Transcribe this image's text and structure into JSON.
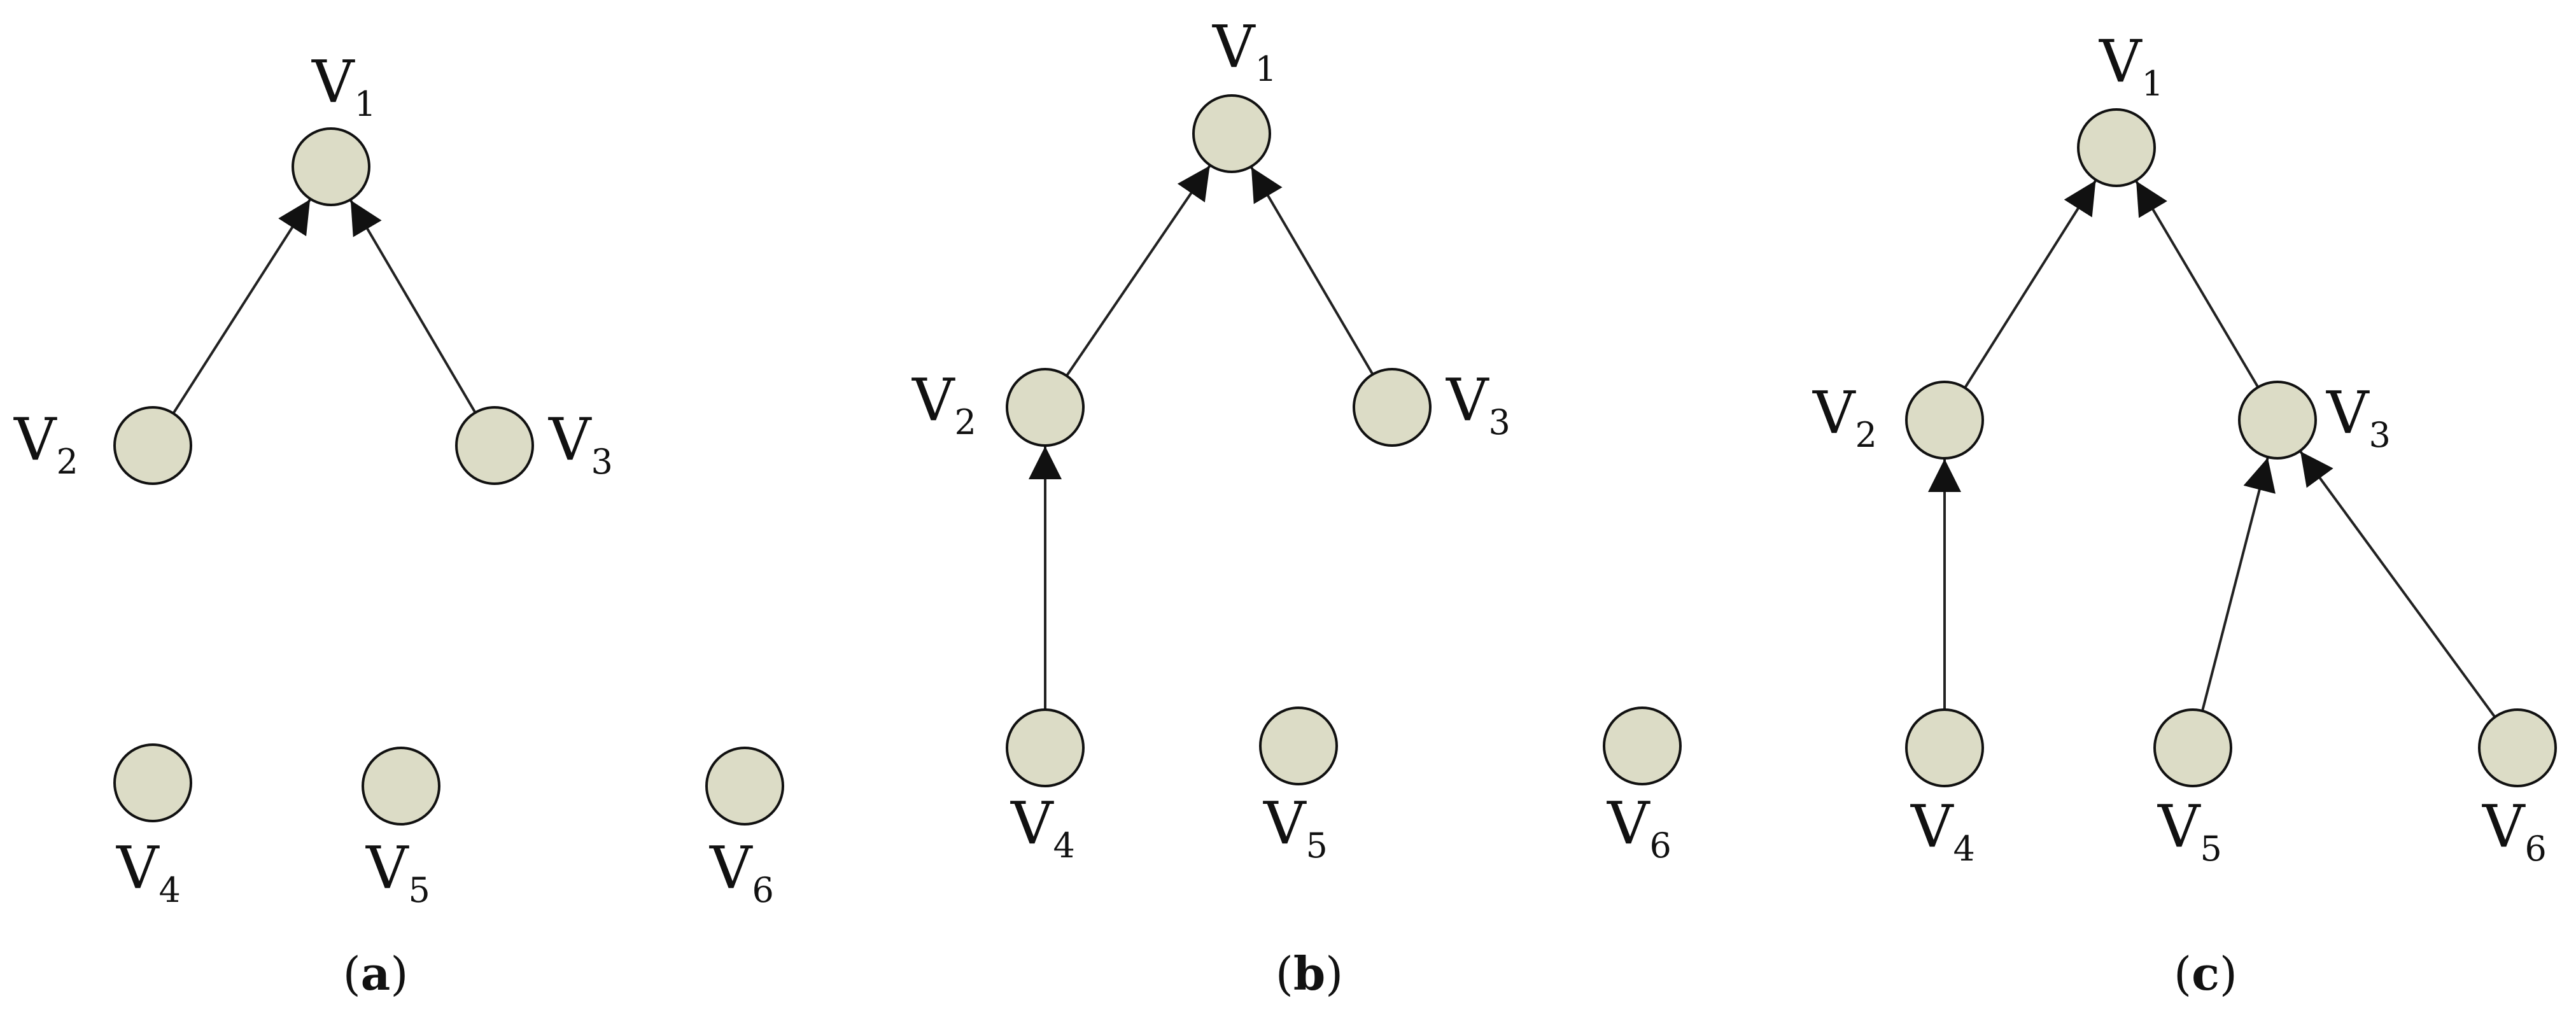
{
  "panels": [
    {
      "caption": {
        "open": "(",
        "letter": "a",
        "close": ")"
      },
      "nodes": [
        {
          "id": "v1",
          "letter": "V",
          "sub": "1"
        },
        {
          "id": "v2",
          "letter": "V",
          "sub": "2"
        },
        {
          "id": "v3",
          "letter": "V",
          "sub": "3"
        },
        {
          "id": "v4",
          "letter": "V",
          "sub": "4"
        },
        {
          "id": "v5",
          "letter": "V",
          "sub": "5"
        },
        {
          "id": "v6",
          "letter": "V",
          "sub": "6"
        }
      ],
      "edges": [
        {
          "from": "v2",
          "to": "v1"
        },
        {
          "from": "v3",
          "to": "v1"
        }
      ]
    },
    {
      "caption": {
        "open": "(",
        "letter": "b",
        "close": ")"
      },
      "nodes": [
        {
          "id": "v1",
          "letter": "V",
          "sub": "1"
        },
        {
          "id": "v2",
          "letter": "V",
          "sub": "2"
        },
        {
          "id": "v3",
          "letter": "V",
          "sub": "3"
        },
        {
          "id": "v4",
          "letter": "V",
          "sub": "4"
        },
        {
          "id": "v5",
          "letter": "V",
          "sub": "5"
        },
        {
          "id": "v6",
          "letter": "V",
          "sub": "6"
        }
      ],
      "edges": [
        {
          "from": "v2",
          "to": "v1"
        },
        {
          "from": "v3",
          "to": "v1"
        },
        {
          "from": "v4",
          "to": "v2"
        }
      ]
    },
    {
      "caption": {
        "open": "(",
        "letter": "c",
        "close": ")"
      },
      "nodes": [
        {
          "id": "v1",
          "letter": "V",
          "sub": "1"
        },
        {
          "id": "v2",
          "letter": "V",
          "sub": "2"
        },
        {
          "id": "v3",
          "letter": "V",
          "sub": "3"
        },
        {
          "id": "v4",
          "letter": "V",
          "sub": "4"
        },
        {
          "id": "v5",
          "letter": "V",
          "sub": "5"
        },
        {
          "id": "v6",
          "letter": "V",
          "sub": "6"
        }
      ],
      "edges": [
        {
          "from": "v2",
          "to": "v1"
        },
        {
          "from": "v3",
          "to": "v1"
        },
        {
          "from": "v4",
          "to": "v2"
        },
        {
          "from": "v5",
          "to": "v3"
        },
        {
          "from": "v6",
          "to": "v3"
        }
      ]
    }
  ],
  "colors": {
    "node_fill": "#dcdcc6",
    "stroke": "#111111"
  }
}
